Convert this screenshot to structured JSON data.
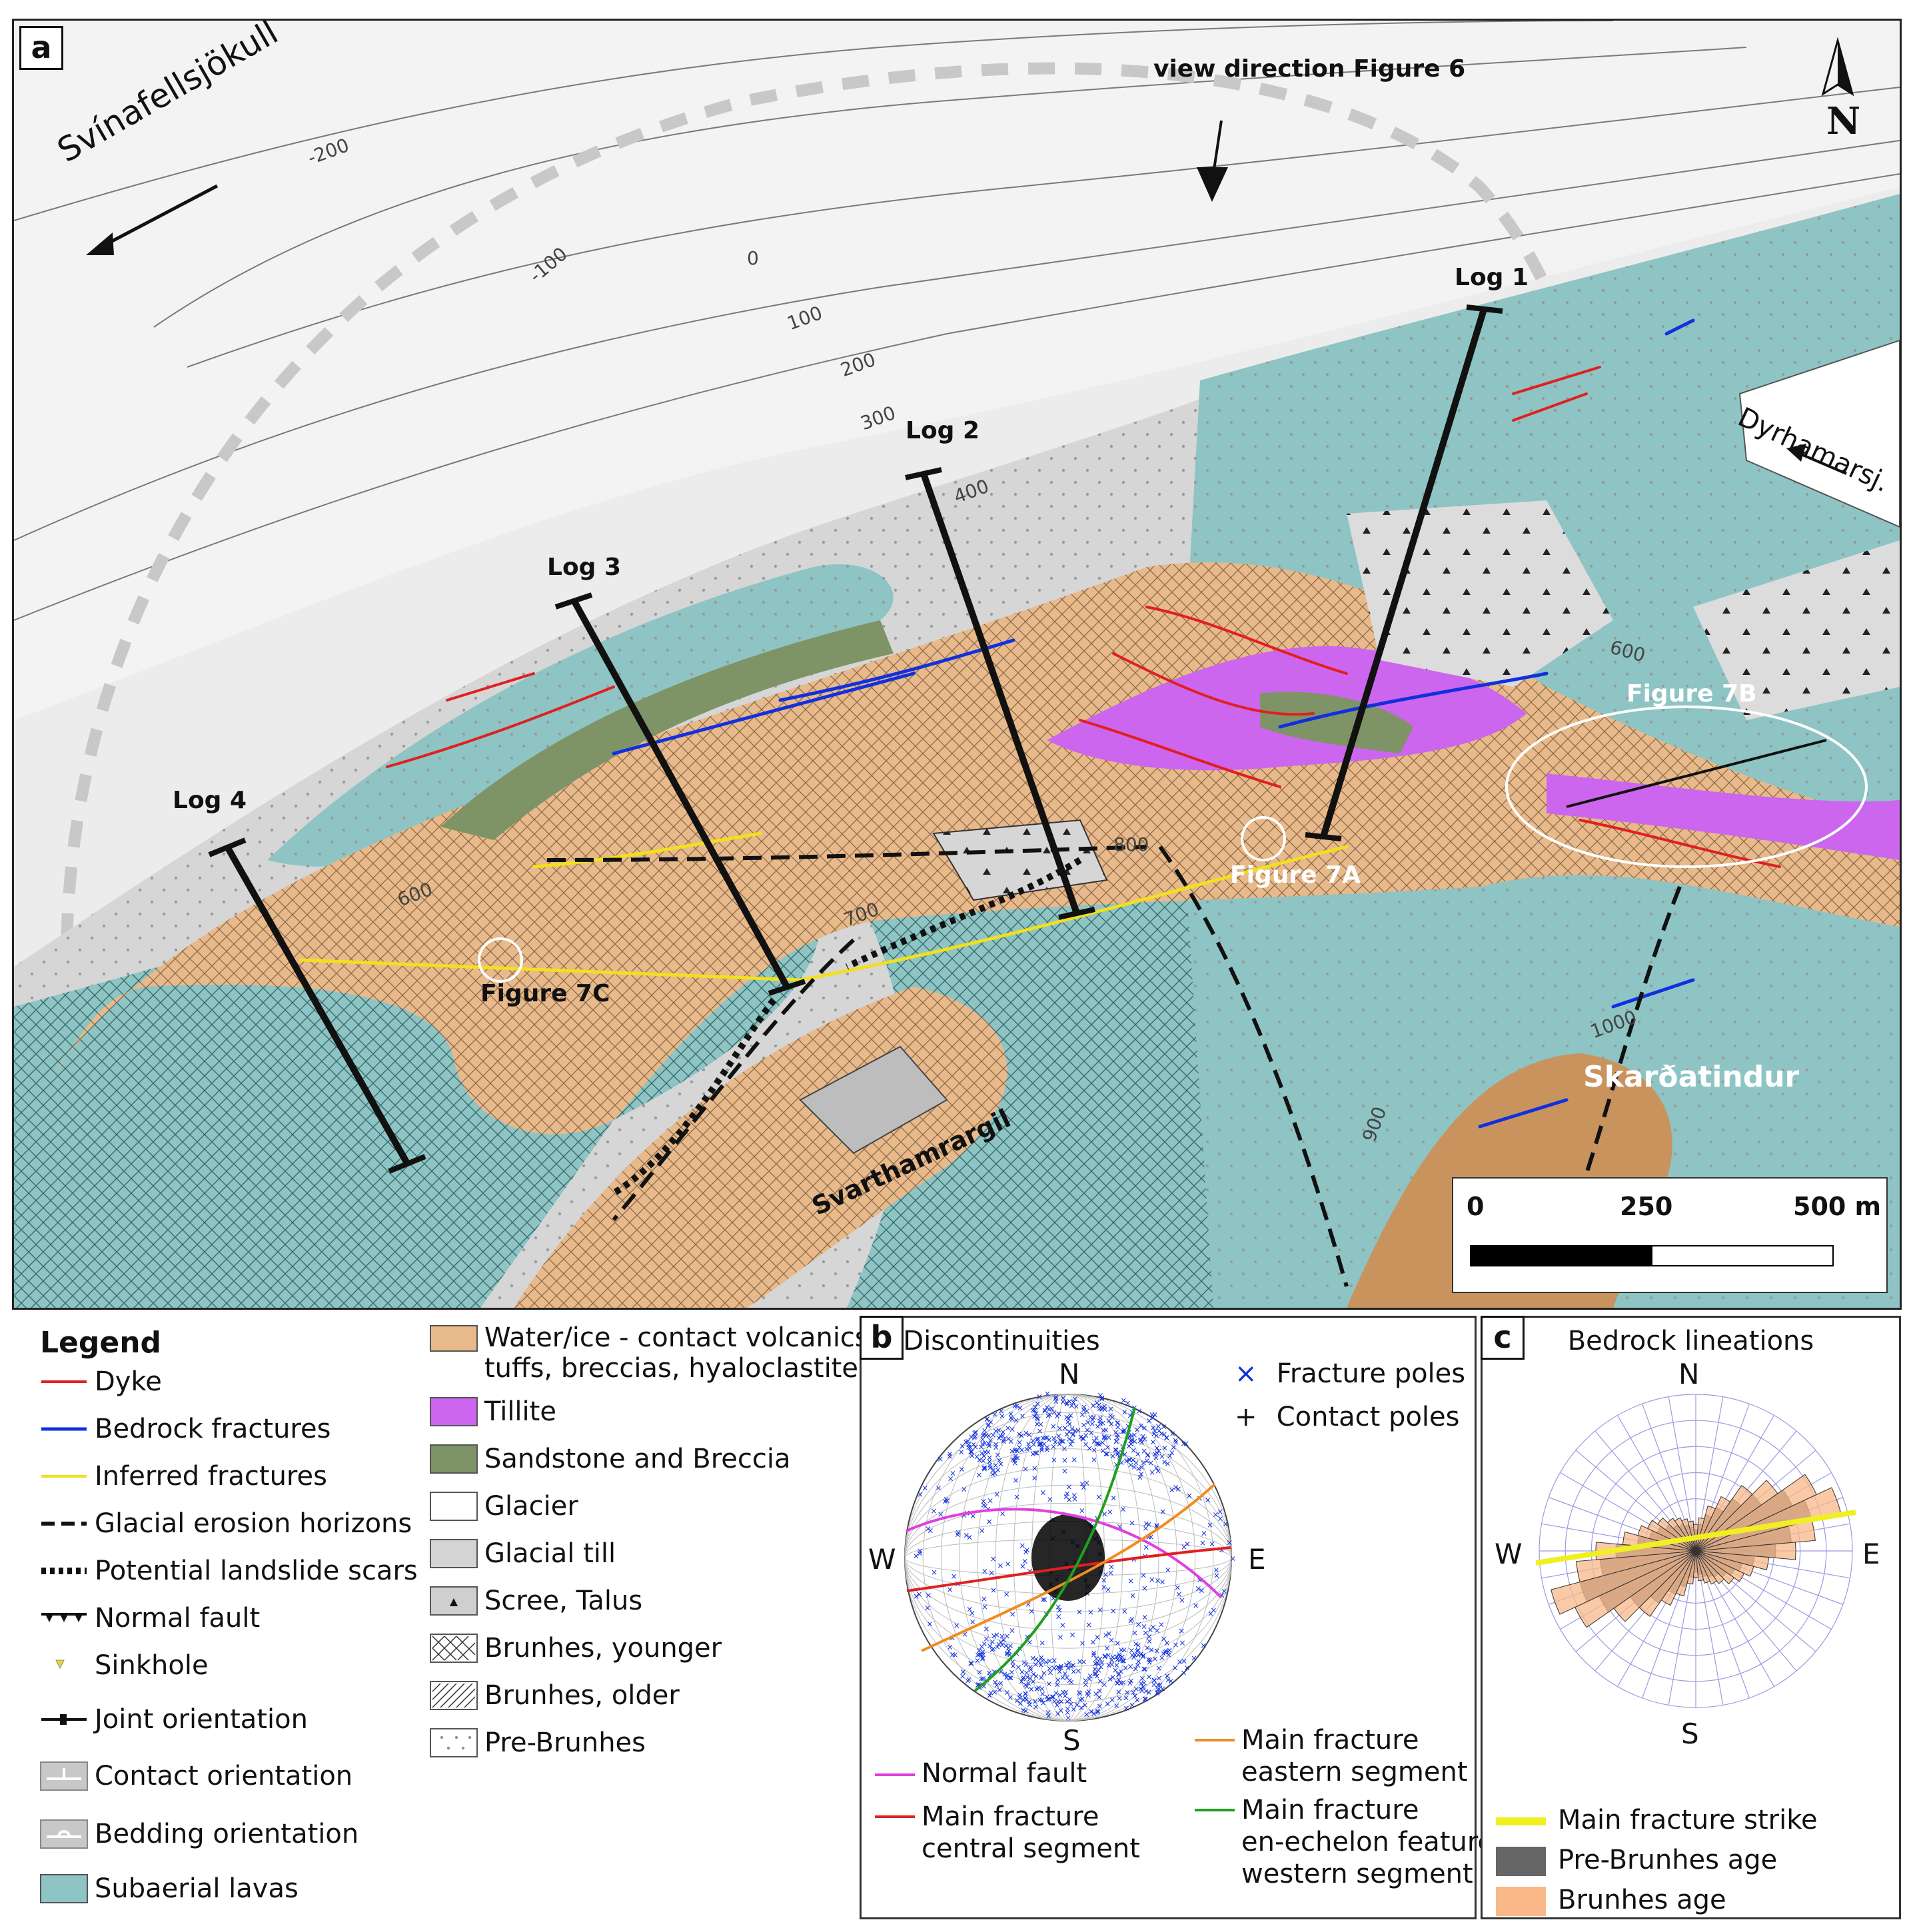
{
  "panels": {
    "a": "a",
    "b": "b",
    "c": "c"
  },
  "map": {
    "place_labels": {
      "glacier_west": "Svínafellsjökull",
      "glacier_east": "Dyrhamarsj.",
      "view_direction": "view direction Figure 6",
      "peak": "Skarðatindur",
      "gully": "Svarthamrargil",
      "north": "N"
    },
    "logs": [
      "Log 1",
      "Log 2",
      "Log 3",
      "Log 4"
    ],
    "figure_refs": [
      "Figure 7A",
      "Figure 7B",
      "Figure 7C"
    ],
    "contours": [
      "-200",
      "-100",
      "0",
      "100",
      "200",
      "300",
      "400",
      "600",
      "600",
      "700",
      "800",
      "900",
      "1000"
    ],
    "scalebar": {
      "labels": [
        "0",
        "250",
        "500 m"
      ]
    }
  },
  "legend": {
    "title": "Legend",
    "items": [
      {
        "label": "Dyke",
        "symbol": "line",
        "color": "#e02020"
      },
      {
        "label": "Bedrock fractures",
        "symbol": "line",
        "color": "#1030e0"
      },
      {
        "label": "Inferred fractures",
        "symbol": "line",
        "color": "#f0e020"
      },
      {
        "label": "Glacial erosion horizons",
        "symbol": "dashed",
        "color": "#111111"
      },
      {
        "label": "Potential landslide scars",
        "symbol": "scar",
        "color": "#111111"
      },
      {
        "label": "Normal fault",
        "symbol": "fault",
        "color": "#111111"
      },
      {
        "label": "Sinkhole",
        "symbol": "triangle",
        "color": "#e8d820"
      },
      {
        "label": "Joint orientation",
        "symbol": "joint",
        "color": "#111111"
      },
      {
        "label": "Contact orientation",
        "symbol": "contact",
        "color": "#ffffff"
      },
      {
        "label": "Bedding orientation",
        "symbol": "bedding",
        "color": "#ffffff"
      },
      {
        "label": "Subaerial lavas",
        "symbol": "fill",
        "color": "#8ec4c4"
      }
    ],
    "units": [
      {
        "label_lines": [
          "Water/ice - contact volcanics",
          "tuffs, breccias, hyaloclastite"
        ],
        "color": "#e8b98a",
        "pattern": "none"
      },
      {
        "label_lines": [
          "Tillite"
        ],
        "color": "#cc66ee",
        "pattern": "none"
      },
      {
        "label_lines": [
          "Sandstone and Breccia"
        ],
        "color": "#7f9466",
        "pattern": "none"
      },
      {
        "label_lines": [
          "Glacier"
        ],
        "color": "#ffffff",
        "pattern": "none"
      },
      {
        "label_lines": [
          "Glacial till"
        ],
        "color": "#d4d4d4",
        "pattern": "none"
      },
      {
        "label_lines": [
          "Scree, Talus"
        ],
        "color": "#cfcfcf",
        "pattern": "triangles"
      },
      {
        "label_lines": [
          "Brunhes, younger"
        ],
        "color": "#ffffff",
        "pattern": "cross"
      },
      {
        "label_lines": [
          "Brunhes, older"
        ],
        "color": "#ffffff",
        "pattern": "diag"
      },
      {
        "label_lines": [
          "Pre-Brunhes"
        ],
        "color": "#ffffff",
        "pattern": "dots"
      }
    ]
  },
  "stereonet": {
    "title": "Discontinuities",
    "directions": {
      "n": "N",
      "s": "S",
      "e": "E",
      "w": "W"
    },
    "point_keys": [
      {
        "symbol": "×",
        "label": "Fracture poles",
        "color": "#1030e0"
      },
      {
        "symbol": "+",
        "label": "Contact poles",
        "color": "#111111"
      }
    ],
    "line_keys": [
      {
        "label_lines": [
          "Normal fault"
        ],
        "color": "#e040e0"
      },
      {
        "label_lines": [
          "Main fracture",
          "central segment"
        ],
        "color": "#e02020"
      },
      {
        "label_lines": [
          "Main fracture",
          "eastern segment"
        ],
        "color": "#f08c20"
      },
      {
        "label_lines": [
          "Main fracture",
          "en-echelon feature",
          "western segment"
        ],
        "color": "#20a020"
      }
    ]
  },
  "rose": {
    "title": "Bedrock lineations",
    "directions": {
      "n": "N",
      "s": "S",
      "e": "E",
      "w": "W"
    },
    "keys": [
      {
        "label": "Main fracture strike",
        "color": "#f0f020",
        "style": "line"
      },
      {
        "label": "Pre-Brunhes age",
        "color": "#666666",
        "style": "box"
      },
      {
        "label": "Brunhes age",
        "color": "#f8b888",
        "style": "box"
      }
    ]
  }
}
